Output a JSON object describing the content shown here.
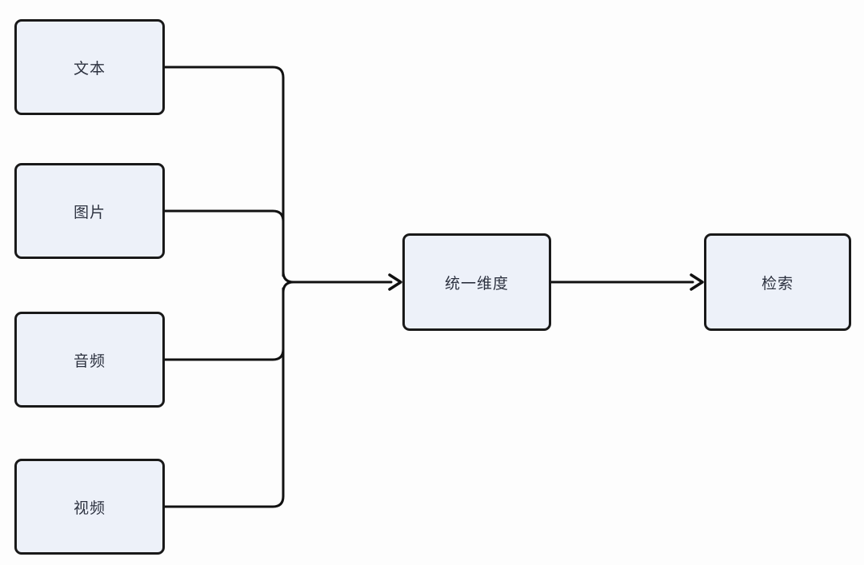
{
  "diagram": {
    "type": "flowchart",
    "direction": "left-to-right",
    "colors": {
      "background": "#fdfdfd",
      "node_fill": "#edf1f9",
      "node_border": "#191919",
      "connector": "#111111",
      "text": "#2d3240"
    },
    "sources": [
      {
        "id": "text",
        "label": "文本"
      },
      {
        "id": "image",
        "label": "图片"
      },
      {
        "id": "audio",
        "label": "音频"
      },
      {
        "id": "video",
        "label": "视频"
      }
    ],
    "middle": {
      "id": "unified-dimension",
      "label": "统一维度"
    },
    "output": {
      "id": "retrieval",
      "label": "检索"
    },
    "edges": [
      {
        "from": "text",
        "to": "unified-dimension"
      },
      {
        "from": "image",
        "to": "unified-dimension"
      },
      {
        "from": "audio",
        "to": "unified-dimension"
      },
      {
        "from": "video",
        "to": "unified-dimension"
      },
      {
        "from": "unified-dimension",
        "to": "retrieval"
      }
    ]
  }
}
